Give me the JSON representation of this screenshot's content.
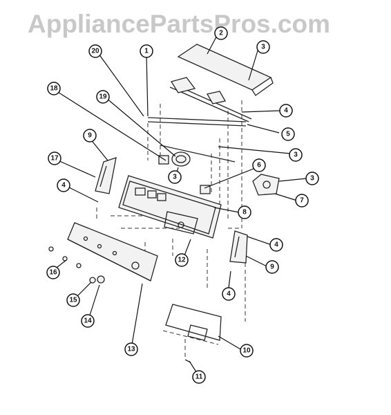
{
  "watermark": "AppliancePartsPros.com",
  "callouts": [
    "2",
    "3",
    "1",
    "20",
    "18",
    "19",
    "4",
    "5",
    "3",
    "9",
    "6",
    "17",
    "4",
    "3",
    "3",
    "7",
    "8",
    "4",
    "12",
    "9",
    "16",
    "15",
    "14",
    "13",
    "4",
    "10",
    "11"
  ]
}
